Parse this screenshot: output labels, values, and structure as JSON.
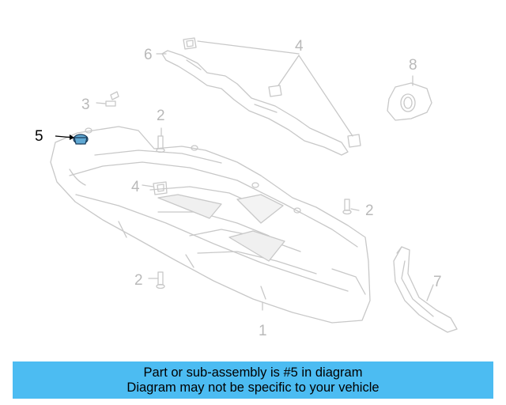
{
  "diagram": {
    "callouts": {
      "c1": "1",
      "c2a": "2",
      "c2b": "2",
      "c2c": "2",
      "c3": "3",
      "c4a": "4",
      "c4b": "4",
      "c5": "5",
      "c6": "6",
      "c7": "7",
      "c8": "8"
    },
    "highlight_color": "#5fa8d3",
    "line_color": "#c8c8c8"
  },
  "banner": {
    "line1": "Part or sub-assembly is #5 in diagram",
    "line2": "Diagram may not be specific to your vehicle",
    "background": "#4cbcf2"
  }
}
